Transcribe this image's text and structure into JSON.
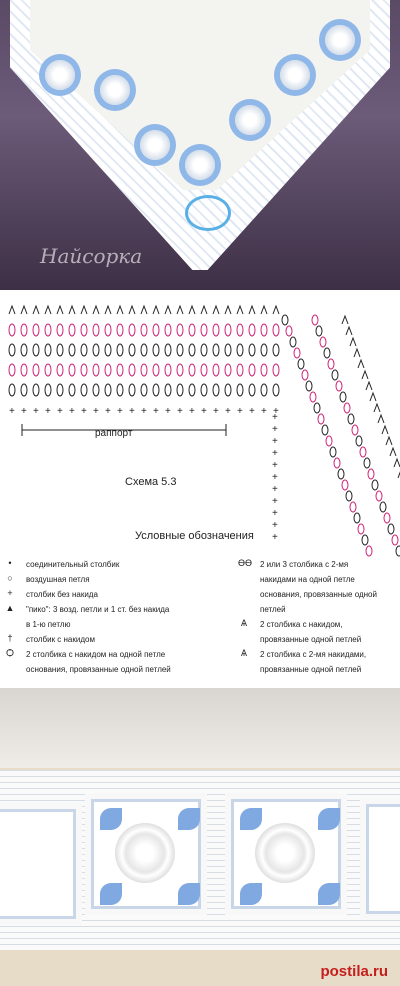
{
  "watermark": "Найсорка",
  "diagram": {
    "rapport": "раппорт",
    "schema_title": "Схема 5.3",
    "legend_title": "Условные обозначения",
    "legend_left": [
      {
        "symbol": "•",
        "text": "соединительный столбик"
      },
      {
        "symbol": "○",
        "text": "воздушная петля"
      },
      {
        "symbol": "+",
        "text": "столбик без накида"
      },
      {
        "symbol": "▲",
        "text": "\"пико\": 3 возд. петли и 1 ст. без накида"
      },
      {
        "symbol": "",
        "text": "в 1-ю петлю"
      },
      {
        "symbol": "†",
        "text": "столбик с накидом"
      },
      {
        "symbol": "Ѻ",
        "text": "2 столбика с накидом на одной петле"
      },
      {
        "symbol": "",
        "text": "основания, провязанные одной петлей"
      }
    ],
    "legend_right": [
      {
        "symbol": "ѲѲ",
        "text": "2 или 3 столбика с 2-мя"
      },
      {
        "symbol": "",
        "text": "накидами на одной петле"
      },
      {
        "symbol": "",
        "text": "основания, провязанные одной"
      },
      {
        "symbol": "",
        "text": "петлей"
      },
      {
        "symbol": "Ѧ",
        "text": "2 столбика с накидом,"
      },
      {
        "symbol": "",
        "text": "провязанные одной петлей"
      },
      {
        "symbol": "Ѧ",
        "text": "2 столбика с 2-мя накидами,"
      },
      {
        "symbol": "",
        "text": "провязанные одной петлей"
      }
    ]
  },
  "logo": "postila.ru",
  "colors": {
    "pink": "#d0217a",
    "blue": "#5ab0e6",
    "red": "#c41e1e"
  }
}
